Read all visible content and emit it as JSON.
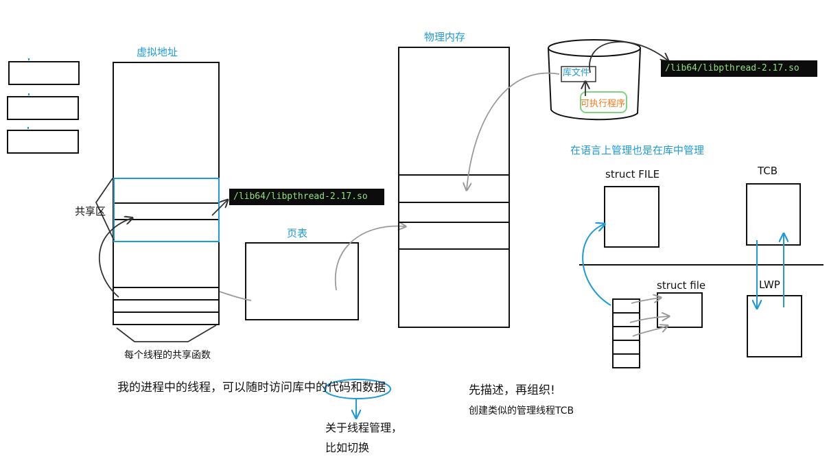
{
  "colors": {
    "accent_blue": "#1e9bd7",
    "ink": "#111111",
    "arrow_gray": "#9a9a9a",
    "terminal_bg": "#0c0c0c",
    "terminal_text": "#8fe07a",
    "orange": "#f07a1a",
    "green": "#7ed37e"
  },
  "labels": {
    "virtual_address": "虚拟地址",
    "shared_region": "共享区",
    "page_table": "页表",
    "physical_memory": "物理内存",
    "lib_file": "库文件",
    "executable": "可执行程序",
    "language_mgmt": "在语言上管理也是在库中管理",
    "struct_FILE": "struct FILE",
    "struct_file": "struct file",
    "tcb": "TCB",
    "lwp": "LWP",
    "shared_funcs": "每个线程的共享函数",
    "thread_access": "我的进程中的线程，可以随时访问库中的代码和数据",
    "about_threads_line1": "关于线程管理，",
    "about_threads_line2": "比如切换",
    "describe_organize": "先描述，再组织!",
    "create_tcb": "创建类似的管理线程TCB"
  },
  "terminal": {
    "lib_path_top": "/lib64/libpthread-2.17.so",
    "lib_path_mid": "/lib64/libpthread-2.17.so"
  }
}
